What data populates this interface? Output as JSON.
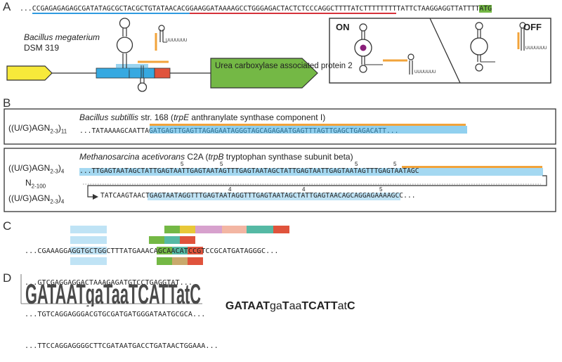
{
  "panels": {
    "A": "A",
    "B": "B",
    "C": "C",
    "D": "D"
  },
  "panelA": {
    "seq_prefix": "...",
    "seq_blue": "CCGAGAGAGAGCGATATAGCGCTACGCTGTATAACACG",
    "seq_red": "GAAGGATAAAAGCCTGGGAGACTACTCTCCCAGGCTTTTATCTTTTTTTT",
    "seq_rest": "TATTCTAAGGAGGTTATTTT",
    "seq_start": "ATG",
    "organism": "Bacillus megaterium",
    "strain": "DSM 319",
    "gene": "Urea carboxylase associated protein 2",
    "on_label": "ON",
    "off_label": "OFF",
    "poly_u": "UUUUUUU"
  },
  "panelB": {
    "box1": {
      "motif_label": "((U/G)AGN",
      "motif_sub": "2-3",
      "motif_close": ")",
      "motif_rep": "11",
      "organism": "Bacillus subtillis",
      "detail": " str. 168 (",
      "gene": "trpE",
      "gene_desc": " anthranylate synthase component I)",
      "seq": "...TATAAAAGCAATTAGATGAGTTGAGTTAGAGAATAGGGTAGCAGAGAATGAGTTTAGTTGAGCTGAGACATT..."
    },
    "box2": {
      "motif1": "((U/G)AGN",
      "motif1_sub": "2-3",
      "motif1_rep": "4",
      "spacer": "N",
      "spacer_sub": "2-100",
      "motif2": "((U/G)AGN",
      "motif2_sub": "2-3",
      "motif2_rep": "4",
      "organism": "Methanosarcina acetivorans",
      "detail": " C2A (",
      "gene": "trpB",
      "gene_desc": " tryptophan synthase subunit beta)",
      "seq_line1": "...TTGAGTAATAGCTATTGAGTAATTGAGTAATAGTTTGAGTAATAGCTATTGAGTAATTGAGTAATAGTTTGAGTAATAGC",
      "seq_line2": "TATCAAGTAACTGAGTAATAGGTTTGAGTAATAGGTTTGAGTAATAGCTATTGAGTAACAGCAGGAGAAAAGCC...",
      "spacings_line1": [
        "5",
        "5",
        "5",
        "5"
      ],
      "spacings_line2": [
        "4",
        "4",
        "5"
      ]
    }
  },
  "panelC": {
    "rows": [
      "...CGAAAGGAGGTGCTGGCTTTATGAAACAGCAACATCCGTCCGCATGATAGGGC...",
      "...GTCGAGGAGGACTAAAGAGATGTCCTGAGGTAT...",
      "...TGTCAGGAGGGACGTGCGATGATGGGATAATGCGCA...",
      "...TTCCAGGAGGGGCTTCGATAATGACCTGATAACTGGAAA..."
    ]
  },
  "panelD": {
    "logo_text": "GATAATgaTaaTCATTatC",
    "consensus": [
      {
        "t": "GATAAT",
        "b": true
      },
      {
        "t": "ga",
        "b": false
      },
      {
        "t": "T",
        "b": true
      },
      {
        "t": "aa",
        "b": false
      },
      {
        "t": "TCATT",
        "b": true
      },
      {
        "t": "at",
        "b": false
      },
      {
        "t": "C",
        "b": true
      }
    ]
  }
}
